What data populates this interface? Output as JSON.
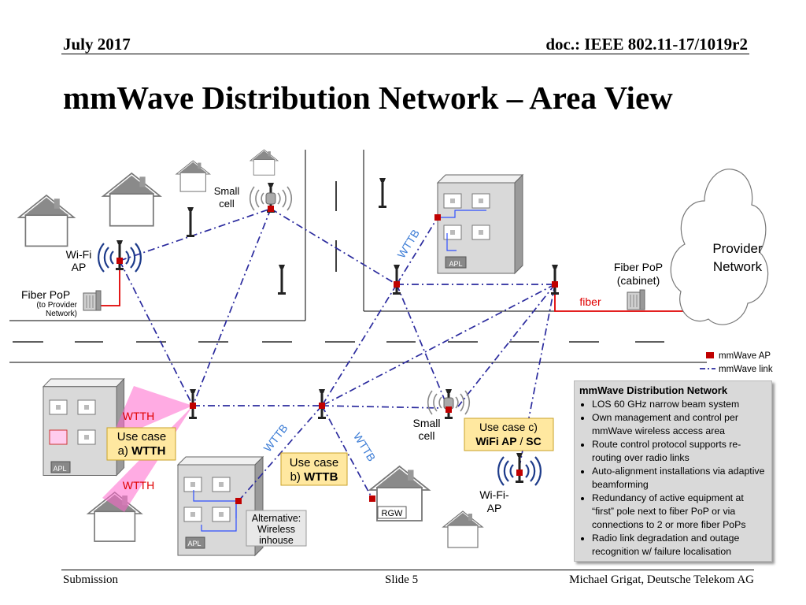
{
  "header": {
    "date": "July 2017",
    "doc": "doc.: IEEE 802.11-17/1019r2"
  },
  "title": "mmWave Distribution Network – Area View",
  "labels": {
    "small_cell_top_1": "Small",
    "small_cell_top_2": "cell",
    "wifi_ap_left_1": "Wi-Fi",
    "wifi_ap_left_2": "AP",
    "fiber_pop_left": "Fiber PoP",
    "fiber_pop_left_sub_1": "(to Provider",
    "fiber_pop_left_sub_2": "Network)",
    "wttb_top": "WTTB",
    "apl": "APL",
    "fiber_pop_cabinet_1": "Fiber PoP",
    "fiber_pop_cabinet_2": "(cabinet)",
    "fiber": "fiber",
    "provider_network_1": "Provider",
    "provider_network_2": "Network",
    "wtth_1": "WTTH",
    "wtth_2": "WTTH",
    "use_case_a_1": "Use case",
    "use_case_a_2": "a) ",
    "use_case_a_bold": "WTTH",
    "use_case_b_1": "Use case",
    "use_case_b_2": "b) ",
    "use_case_b_bold": "WTTB",
    "use_case_c_1": "Use case c)",
    "use_case_c_bold_1": "WiFi AP",
    "use_case_c_sep": " / ",
    "use_case_c_bold_2": "SC",
    "wttb_left": "WTTB",
    "wttb_right": "WTTB",
    "small_cell_bottom_1": "Small",
    "small_cell_bottom_2": "cell",
    "wifi_ap_bottom_1": "Wi-Fi-",
    "wifi_ap_bottom_2": "AP",
    "rgw": "RGW",
    "alternative_1": "Alternative:",
    "alternative_2": "Wireless",
    "alternative_3": "inhouse"
  },
  "legend": {
    "ap": "mmWave AP",
    "link": "mmWave link"
  },
  "infobox": {
    "title": "mmWave Distribution Network",
    "bullets": [
      "LOS 60 GHz narrow beam system",
      "Own management and control per mmWave wireless access area",
      "Route control protocol supports re-routing over radio links",
      "Auto-alignment installations via adaptive beamforming",
      "Redundancy of active equipment at “first” pole next to fiber PoP or via connections to 2 or more fiber PoPs",
      "Radio link degradation and outage recognition w/ failure localisation"
    ]
  },
  "footer": {
    "left": "Submission",
    "center": "Slide 5",
    "right": "Michael Grigat, Deutsche Telekom AG"
  },
  "colors": {
    "ap_red": "#c00000",
    "link_blue": "#2b2b9e",
    "wtth_pink": "#ff66cc",
    "fiber_red": "#e00000",
    "wttb_text": "#3a7bd5"
  }
}
